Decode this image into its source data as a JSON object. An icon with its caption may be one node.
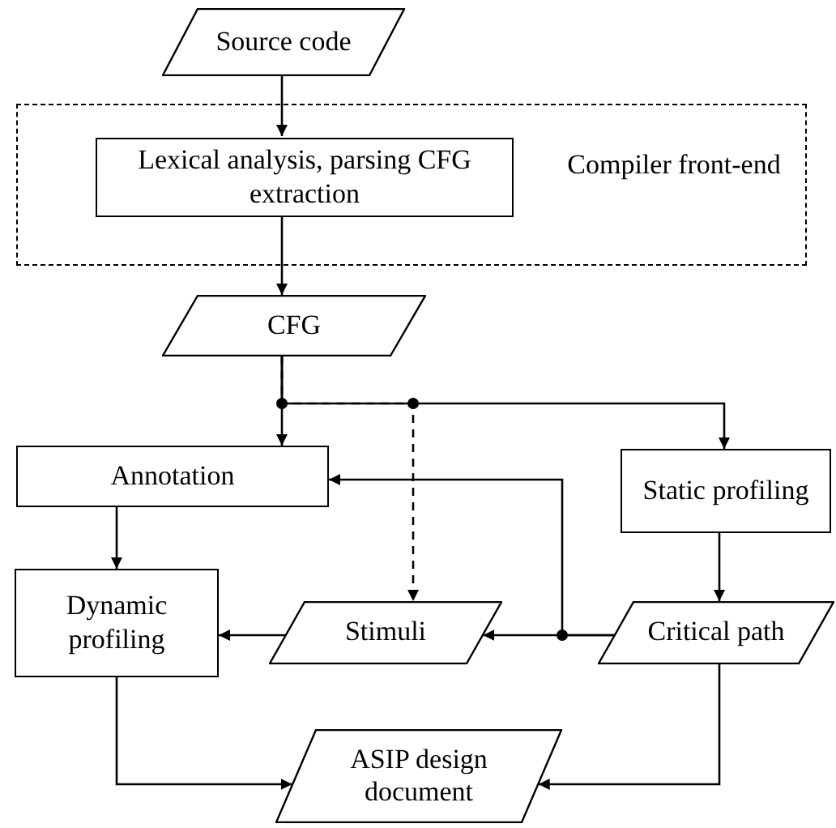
{
  "diagram": {
    "nodes": [
      {
        "text": [
          "Source code"
        ]
      },
      {
        "text": [
          "Compiler front-end"
        ]
      },
      {
        "text": [
          "Lexical analysis, parsing CFG extraction"
        ],
        "in": 1
      },
      {
        "text": [
          "CFG"
        ]
      },
      {
        "text": [
          "Annotation"
        ]
      },
      {
        "text": [
          "Static profiling"
        ]
      },
      {
        "text": [
          "Dynamic profiling"
        ]
      },
      {
        "text": [
          "Stimuli"
        ]
      },
      {
        "text": [
          "Critical path"
        ]
      },
      {
        "text": [
          "ASIP design document"
        ]
      }
    ],
    "edges": [
      {
        "from": 0,
        "to": 2,
        "arrow": "to"
      },
      {
        "from": 2,
        "to": 3,
        "arrow": "to"
      },
      {
        "from": 3,
        "to": 4,
        "arrow": "to"
      },
      {
        "from": 3,
        "to": 5,
        "arrow": "to"
      },
      {
        "from": 3,
        "to": 7,
        "arrow": "to",
        "style": "dashed"
      },
      {
        "from": 8,
        "to": 4,
        "arrow": "to"
      },
      {
        "from": 8,
        "to": 7,
        "arrow": "to"
      },
      {
        "from": 5,
        "to": 8,
        "arrow": "to"
      },
      {
        "from": 4,
        "to": 6,
        "arrow": "to"
      },
      {
        "from": 7,
        "to": 6,
        "arrow": "to"
      },
      {
        "from": 6,
        "to": 9,
        "arrow": "to"
      },
      {
        "from": 8,
        "to": 9,
        "arrow": "to"
      }
    ]
  }
}
